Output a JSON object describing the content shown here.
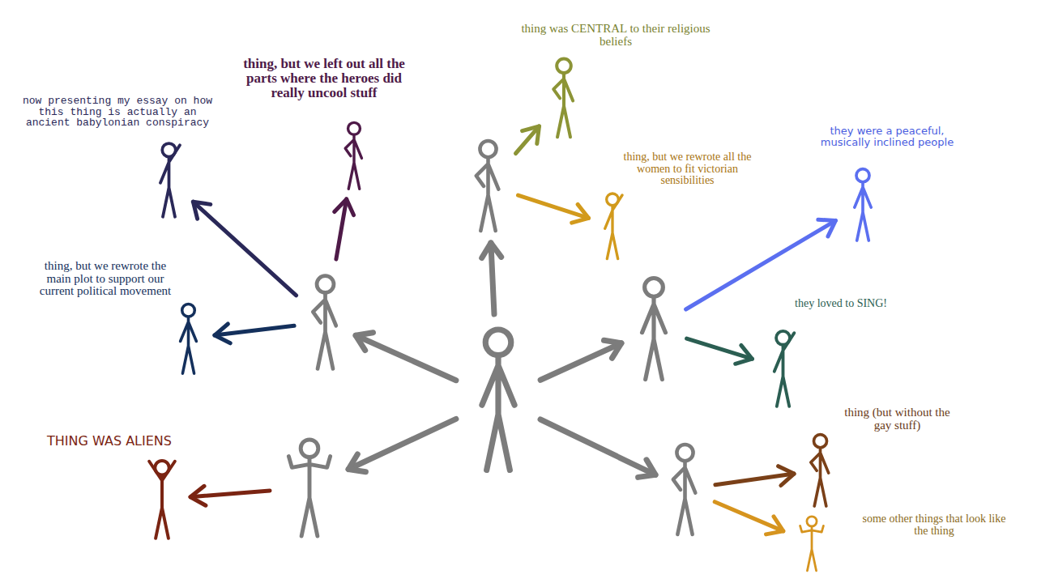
{
  "diagram": {
    "nodes": [
      {
        "text": [
          "thing was CENTRAL to their religious beliefs"
        ]
      },
      {
        "text": [
          "now presenting my essay on how this thing is actually an ancient babylonian conspiracy"
        ]
      },
      {
        "text": [
          "thing, but we left out all the parts where the heroes did really uncool stuff"
        ]
      },
      {
        "text": []
      },
      {
        "text": [
          "thing, but we rewrote all the women to fit victorian sensibilities"
        ]
      },
      {
        "text": [
          "they were a peaceful, musically inclined people"
        ]
      },
      {
        "text": []
      },
      {
        "text": []
      },
      {
        "text": [
          "thing, but we rewrote the main plot to support our current political movement"
        ]
      },
      {
        "text": [
          "they loved to SING!"
        ]
      },
      {
        "text": []
      },
      {
        "text": [
          "thing (but without the gay stuff)"
        ]
      },
      {
        "text": [
          "THING WAS ALIENS"
        ]
      },
      {
        "text": []
      },
      {
        "text": []
      },
      {
        "text": [
          "some other things that look like the thing"
        ]
      }
    ],
    "edges": [
      {
        "from": 10,
        "to": 3,
        "arrow": "to"
      },
      {
        "from": 10,
        "to": 6,
        "arrow": "to"
      },
      {
        "from": 10,
        "to": 7,
        "arrow": "to"
      },
      {
        "from": 10,
        "to": 13,
        "arrow": "to"
      },
      {
        "from": 10,
        "to": 14,
        "arrow": "to"
      },
      {
        "from": 3,
        "to": 0,
        "arrow": "to"
      },
      {
        "from": 3,
        "to": 4,
        "arrow": "to"
      },
      {
        "from": 6,
        "to": 1,
        "arrow": "to"
      },
      {
        "from": 6,
        "to": 2,
        "arrow": "to"
      },
      {
        "from": 6,
        "to": 8,
        "arrow": "to"
      },
      {
        "from": 7,
        "to": 5,
        "arrow": "to"
      },
      {
        "from": 7,
        "to": 9,
        "arrow": "to"
      },
      {
        "from": 13,
        "to": 12,
        "arrow": "to"
      },
      {
        "from": 14,
        "to": 11,
        "arrow": "to"
      },
      {
        "from": 14,
        "to": 15,
        "arrow": "to"
      }
    ]
  }
}
